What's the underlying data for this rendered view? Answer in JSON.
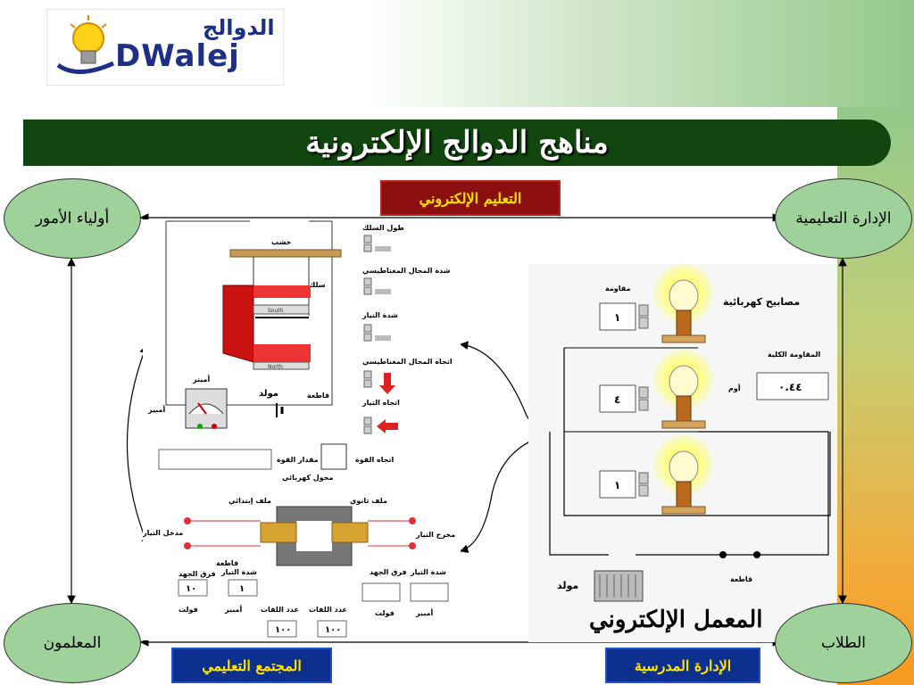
{
  "logo": {
    "arabic": "الدوالج",
    "latin": "DWalej"
  },
  "title": "مناهج الدوالج الإلكترونية",
  "ovals": {
    "parents": "أولياء الأمور",
    "admin_edu": "الإدارة التعليمية",
    "teachers": "المعلمون",
    "students": "الطلاب"
  },
  "tags": {
    "e_learning": "التعليم الإلكتروني",
    "edu_community": "المجتمع التعليمي",
    "school_admin": "الإدارة المدرسية"
  },
  "lab_label": "المعمل الإلكتروني",
  "left_panel": {
    "wood": "خشب",
    "wire": "سلك",
    "south": "South",
    "north": "North",
    "ammeter": "أميتر",
    "ampere": "أمبير",
    "generator": "مولد",
    "switch": "قاطعة",
    "wire_length": "طول السلك",
    "field_strength": "شدة المجال المغناطيسي",
    "current_strength": "شدة التيار",
    "field_direction": "اتجاه المجال المغناطيسي",
    "current_direction": "اتجاه التيار",
    "force_direction": "اتجاه القوة",
    "force_amount": "مقدار القوة",
    "transformer": "محول كهربائي",
    "primary_coil": "ملف إبتدائي",
    "secondary_coil": "ملف ثانوي",
    "current_in": "مدخل التيار",
    "current_out": "مخرج التيار",
    "voltage_diff": "فرق الجهد",
    "current_strength2": "شدة التيار",
    "turns": "عدد اللفات",
    "volt": "فولت",
    "amp": "أمبير",
    "val_voltage": "١٠",
    "val_current": "١",
    "val_turns1": "١٠٠",
    "val_turns2": "١٠٠"
  },
  "right_panel": {
    "lamps": "مصابيح كهربائية",
    "resistance": "مقاومة",
    "total_resistance": "المقاومة الكلية",
    "ohm": "أوم",
    "total_value": "٠.٤٤",
    "r1": "١",
    "r2": "٤",
    "r3": "١",
    "generator": "مولد",
    "switch": "قاطعة"
  },
  "colors": {
    "title_bar": "#11470f",
    "oval_fill": "#9fd19a",
    "tag_red": "#8b0f0f",
    "tag_blue": "#0d2f8e",
    "tag_text": "#ffe400"
  }
}
